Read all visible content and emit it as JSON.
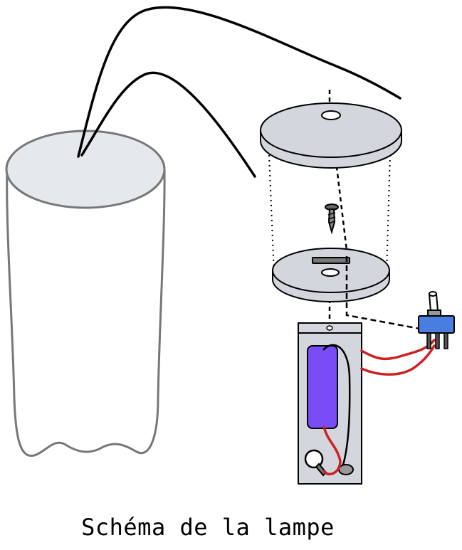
{
  "caption": "Schéma de la lampe",
  "colors": {
    "background": "#ffffff",
    "outline": "#000000",
    "shade_outline": "#777777",
    "shade_top_fill": "#e5e8ec",
    "disc_fill": "#d3d6dc",
    "box_fill": "#d3d6dc",
    "battery_fill": "#7a4cf5",
    "wire_red": "#cc2222",
    "switch_blue": "#4a7de0"
  },
  "components": [
    {
      "name": "lamp-shade",
      "icon": "cylinder-shade"
    },
    {
      "name": "power-cord",
      "icon": "black-wire"
    },
    {
      "name": "top-disc",
      "icon": "disc-with-hole"
    },
    {
      "name": "screw",
      "icon": "screw-icon"
    },
    {
      "name": "bottom-disc",
      "icon": "disc-with-bracket"
    },
    {
      "name": "battery-box",
      "icon": "box-icon"
    },
    {
      "name": "battery",
      "icon": "battery-icon"
    },
    {
      "name": "bulb",
      "icon": "bulb-icon"
    },
    {
      "name": "toggle-switch",
      "icon": "switch-icon"
    }
  ]
}
